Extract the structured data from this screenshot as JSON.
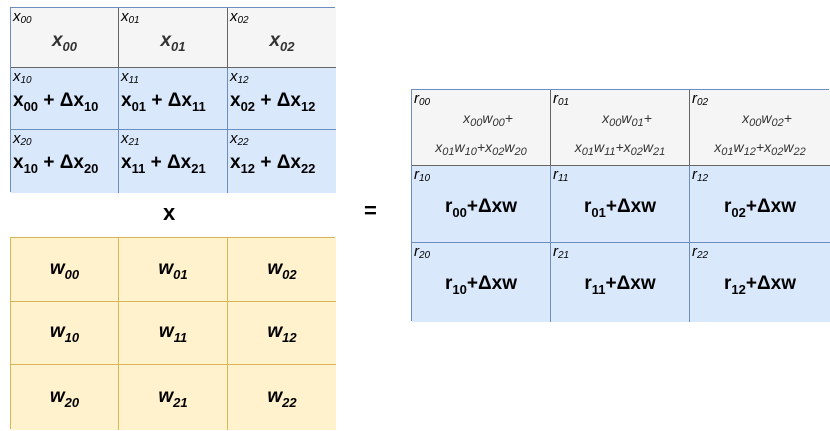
{
  "x_matrix": {
    "header": [
      {
        "tag_base": "x",
        "tag_sub": "00",
        "val_base": "x",
        "val_sub": "00"
      },
      {
        "tag_base": "x",
        "tag_sub": "01",
        "val_base": "x",
        "val_sub": "01"
      },
      {
        "tag_base": "x",
        "tag_sub": "02",
        "val_base": "x",
        "val_sub": "02"
      }
    ],
    "rows": [
      [
        {
          "tag_base": "x",
          "tag_sub": "10",
          "a": "x",
          "a_sub": "00",
          "op": " + Δx",
          "b_sub": "10"
        },
        {
          "tag_base": "x",
          "tag_sub": "11",
          "a": "x",
          "a_sub": "01",
          "op": " + Δx",
          "b_sub": "11"
        },
        {
          "tag_base": "x",
          "tag_sub": "12",
          "a": "x",
          "a_sub": "02",
          "op": " + Δx",
          "b_sub": "12"
        }
      ],
      [
        {
          "tag_base": "x",
          "tag_sub": "20",
          "a": "x",
          "a_sub": "10",
          "op": " + Δx",
          "b_sub": "20"
        },
        {
          "tag_base": "x",
          "tag_sub": "21",
          "a": "x",
          "a_sub": "11",
          "op": " + Δx",
          "b_sub": "21"
        },
        {
          "tag_base": "x",
          "tag_sub": "22",
          "a": "x",
          "a_sub": "12",
          "op": " + Δx",
          "b_sub": "22"
        }
      ]
    ]
  },
  "operators": {
    "multiply": "x",
    "equals": "="
  },
  "w_matrix": [
    [
      {
        "base": "w",
        "sub": "00"
      },
      {
        "base": "w",
        "sub": "01"
      },
      {
        "base": "w",
        "sub": "02"
      }
    ],
    [
      {
        "base": "w",
        "sub": "10"
      },
      {
        "base": "w",
        "sub": "11"
      },
      {
        "base": "w",
        "sub": "12"
      }
    ],
    [
      {
        "base": "w",
        "sub": "20"
      },
      {
        "base": "w",
        "sub": "21"
      },
      {
        "base": "w",
        "sub": "22"
      }
    ]
  ],
  "r_matrix": {
    "header": [
      {
        "tag_base": "r",
        "tag_sub": "00",
        "l1": [
          [
            "x",
            "00"
          ],
          [
            "w",
            "00"
          ],
          [
            "+",
            ""
          ]
        ],
        "l2": [
          [
            "x",
            "01"
          ],
          [
            "w",
            "10"
          ],
          [
            "+",
            ""
          ],
          [
            "x",
            "02"
          ],
          [
            "w",
            "20"
          ]
        ]
      },
      {
        "tag_base": "r",
        "tag_sub": "01",
        "l1": [
          [
            "x",
            "00"
          ],
          [
            "w",
            "01"
          ],
          [
            "+",
            ""
          ]
        ],
        "l2": [
          [
            "x",
            "01"
          ],
          [
            "w",
            "11"
          ],
          [
            "+",
            ""
          ],
          [
            "x",
            "02"
          ],
          [
            "w",
            "21"
          ]
        ]
      },
      {
        "tag_base": "r",
        "tag_sub": "02",
        "l1": [
          [
            "x",
            "00"
          ],
          [
            "w",
            "02"
          ],
          [
            "+",
            ""
          ]
        ],
        "l2": [
          [
            "x",
            "01"
          ],
          [
            "w",
            "12"
          ],
          [
            "+",
            ""
          ],
          [
            "x",
            "02"
          ],
          [
            "w",
            "22"
          ]
        ]
      }
    ],
    "rows": [
      [
        {
          "tag_base": "r",
          "tag_sub": "10",
          "a": "r",
          "a_sub": "00",
          "rest": "+Δxw"
        },
        {
          "tag_base": "r",
          "tag_sub": "11",
          "a": "r",
          "a_sub": "01",
          "rest": "+Δxw"
        },
        {
          "tag_base": "r",
          "tag_sub": "12",
          "a": "r",
          "a_sub": "02",
          "rest": "+Δxw"
        }
      ],
      [
        {
          "tag_base": "r",
          "tag_sub": "20",
          "a": "r",
          "a_sub": "10",
          "rest": "+Δxw"
        },
        {
          "tag_base": "r",
          "tag_sub": "21",
          "a": "r",
          "a_sub": "11",
          "rest": "+Δxw"
        },
        {
          "tag_base": "r",
          "tag_sub": "22",
          "a": "r",
          "a_sub": "12",
          "rest": "+Δxw"
        }
      ]
    ]
  }
}
